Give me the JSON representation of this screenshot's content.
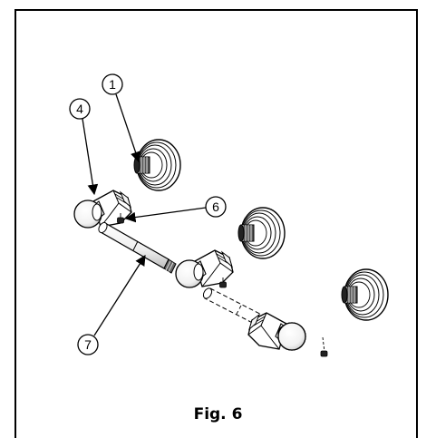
{
  "figure": {
    "caption": "Fig. 6",
    "callouts": [
      {
        "id": "callout-1",
        "label": "1"
      },
      {
        "id": "callout-4",
        "label": "4"
      },
      {
        "id": "callout-6",
        "label": "6"
      },
      {
        "id": "callout-7",
        "label": "7"
      }
    ]
  }
}
